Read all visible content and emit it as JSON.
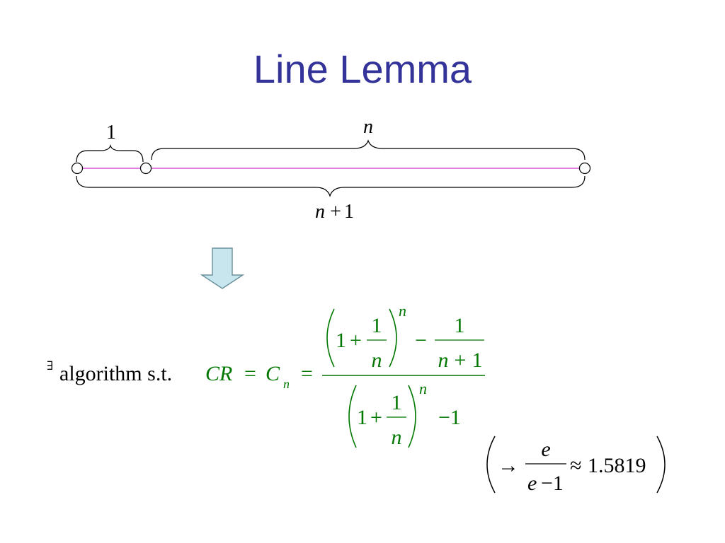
{
  "slide": {
    "title": "Line Lemma"
  },
  "colors": {
    "title": "#333399",
    "formula": "#007700",
    "line": "#cc33cc",
    "arrow_fill": "#c8e6ee",
    "arrow_stroke": "#6a8f9a",
    "ink": "#000000"
  },
  "diagram": {
    "label_one": "1",
    "label_n": "n",
    "label_n_plus_1_n": "n",
    "label_n_plus_1_op": "+",
    "label_n_plus_1_one": "1"
  },
  "arrow": {
    "icon": "down-arrow-icon"
  },
  "statement": {
    "exists_symbol": "∃",
    "text": "algorithm s.t."
  },
  "formula": {
    "cr": "CR",
    "eq1": "=",
    "c": "C",
    "c_sub": "n",
    "eq2": "=",
    "num": {
      "one": "1",
      "plus": "+",
      "frac_num": "1",
      "frac_den": "n",
      "power": "n",
      "minus": "−",
      "frac2_num": "1",
      "frac2_den_n": "n",
      "frac2_den_plus": "+",
      "frac2_den_one": "1"
    },
    "den": {
      "one": "1",
      "plus": "+",
      "frac_num": "1",
      "frac_den": "n",
      "power": "n",
      "minus_one": "−1"
    }
  },
  "limit": {
    "arrow": "→",
    "frac_num": "e",
    "frac_den_e": "e",
    "frac_den_minus_one": "−1",
    "approx": "≈",
    "value": "1.5819"
  }
}
